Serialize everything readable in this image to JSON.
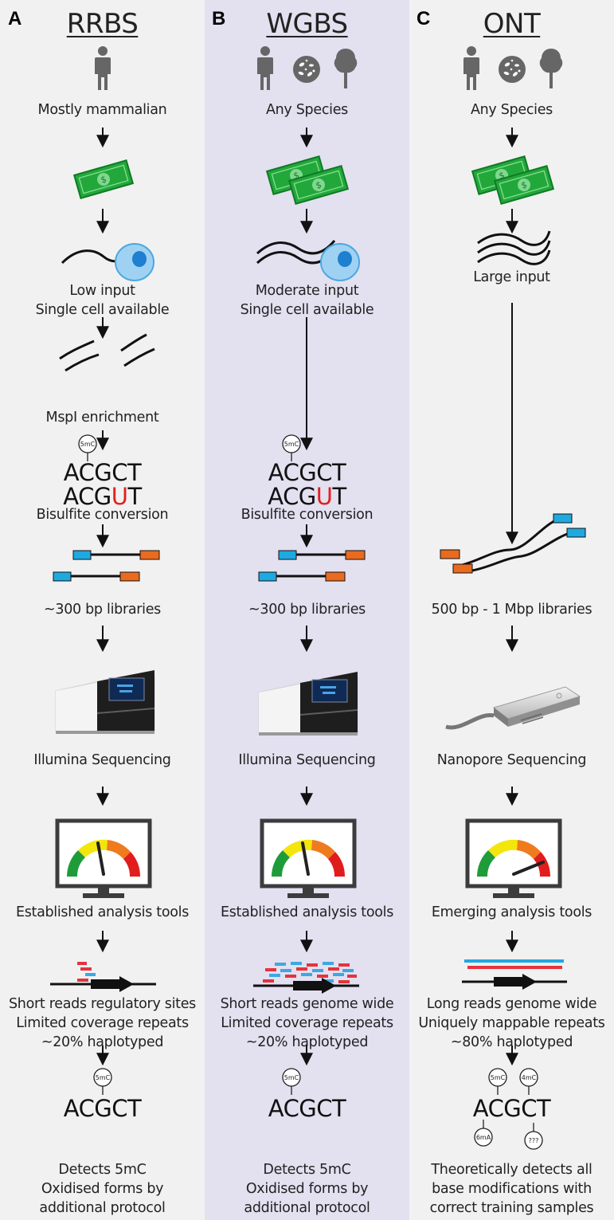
{
  "colors": {
    "panel_a": "#f1f1f1",
    "panel_b": "#e3e0f0",
    "panel_c": "#f1f1f1",
    "bisulfite_u": "#e02020",
    "cytosine_strand": "#2d9bd8",
    "adapter_blue": "#1fa9e1",
    "adapter_orange": "#ea6a1e",
    "money_green": "#22a83a"
  },
  "icons": [
    "person-icon",
    "microbe-icon",
    "tree-icon",
    "money-icon",
    "dna-strand-icon",
    "cell-icon",
    "sequencer-icon",
    "nanopore-device-icon",
    "gauge-monitor-icon",
    "read-alignment-icon",
    "modification-tag-icon"
  ],
  "panels": [
    {
      "letter": "A",
      "method": "RRBS",
      "species": "Mostly mammalian",
      "input": [
        "Low input",
        "Single cell available"
      ],
      "enrichment": "MspI enrichment",
      "mod_tag": "5mC",
      "sequence_top": "ACGCT",
      "sequence_bottom_a": "ACG",
      "sequence_bottom_u": "U",
      "sequence_bottom_b": "T",
      "conversion": "Bisulfite conversion",
      "libraries": "~300 bp libraries",
      "sequencing": "Illumina Sequencing",
      "analysis": "Established analysis tools",
      "reads": [
        "Short reads regulatory sites",
        "Limited coverage repeats",
        "~20% haplotyped"
      ],
      "final_tag": "5mC",
      "final_sequence": "ACGCT",
      "detects": [
        "Detects 5mC",
        "Oxidised forms by",
        "additional protocol"
      ]
    },
    {
      "letter": "B",
      "method": "WGBS",
      "species": "Any Species",
      "input": [
        "Moderate input",
        "Single cell available"
      ],
      "mod_tag": "5mC",
      "sequence_top": "ACGCT",
      "sequence_bottom_a": "ACG",
      "sequence_bottom_u": "U",
      "sequence_bottom_b": "T",
      "conversion": "Bisulfite conversion",
      "libraries": "~300 bp libraries",
      "sequencing": "Illumina Sequencing",
      "analysis": "Established analysis tools",
      "reads": [
        "Short reads genome wide",
        "Limited coverage repeats",
        "~20% haplotyped"
      ],
      "final_tag": "5mC",
      "final_sequence": "ACGCT",
      "detects": [
        "Detects 5mC",
        "Oxidised forms by",
        "additional protocol"
      ]
    },
    {
      "letter": "C",
      "method": "ONT",
      "species": "Any Species",
      "input": [
        "Large input"
      ],
      "libraries": "500 bp - 1 Mbp libraries",
      "sequencing": "Nanopore Sequencing",
      "analysis": "Emerging analysis tools",
      "reads": [
        "Long reads genome wide",
        "Uniquely mappable repeats",
        "~80% haplotyped"
      ],
      "final_tags": [
        "5mC",
        "4mC",
        "6mA",
        "???"
      ],
      "final_sequence": "ACGCT",
      "detects": [
        "Theoretically detects all",
        "base modifications with",
        "correct training samples"
      ]
    }
  ]
}
